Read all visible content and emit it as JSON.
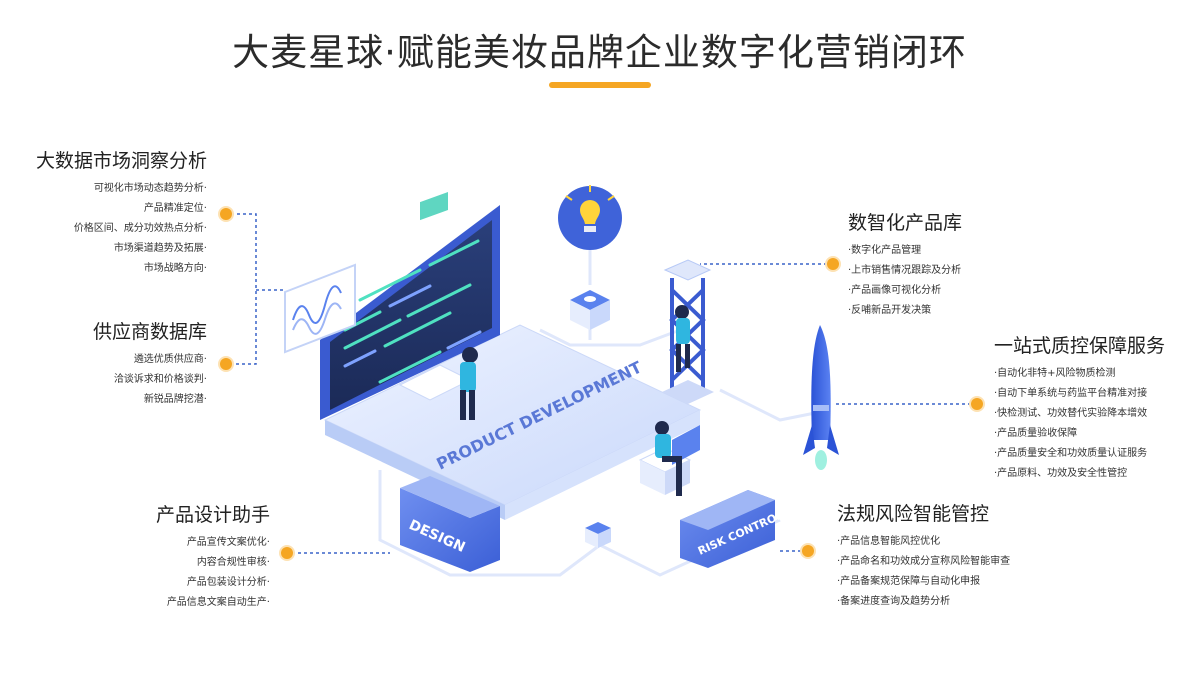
{
  "title": "大麦星球·赋能美妆品牌企业数字化营销闭环",
  "colors": {
    "accent": "#f5a623",
    "primary": "#2f5bd8",
    "line": "#3a63c8"
  },
  "platform_labels": {
    "product": "PRODUCT DEVELOPMENT",
    "design": "DESIGN",
    "risk": "RISK CONTROL"
  },
  "sections": {
    "big_data": {
      "title": "大数据市场洞察分析",
      "items": [
        "可视化市场动态趋势分析·",
        "产品精准定位·",
        "价格区间、成分功效热点分析·",
        "市场渠道趋势及拓展·",
        "市场战略方向·"
      ]
    },
    "supplier": {
      "title": "供应商数据库",
      "items": [
        "遴选优质供应商·",
        "洽谈诉求和价格谈判·",
        "新锐品牌挖潜·"
      ]
    },
    "design": {
      "title": "产品设计助手",
      "items": [
        "产品宣传文案优化·",
        "内容合规性审核·",
        "产品包装设计分析·",
        "产品信息文案自动生产·"
      ]
    },
    "product_lib": {
      "title": "数智化产品库",
      "items": [
        "·数字化产品管理",
        "·上市销售情况跟踪及分析",
        "·产品画像可视化分析",
        "·反哺新品开发决策"
      ]
    },
    "quality": {
      "title": "一站式质控保障服务",
      "items": [
        "·自动化非特+风险物质检测",
        "·自动下单系统与药监平台精准对接",
        "·快检测试、功效替代实验降本增效",
        "·产品质量验收保障",
        "·产品质量安全和功效质量认证服务",
        "·产品原料、功效及安全性管控"
      ]
    },
    "regulation": {
      "title": "法规风险智能管控",
      "items": [
        "·产品信息智能风控优化",
        "·产品命名和功效成分宣称风险智能审查",
        "·产品备案规范保障与自动化申报",
        "·备案进度查询及趋势分析"
      ]
    }
  }
}
